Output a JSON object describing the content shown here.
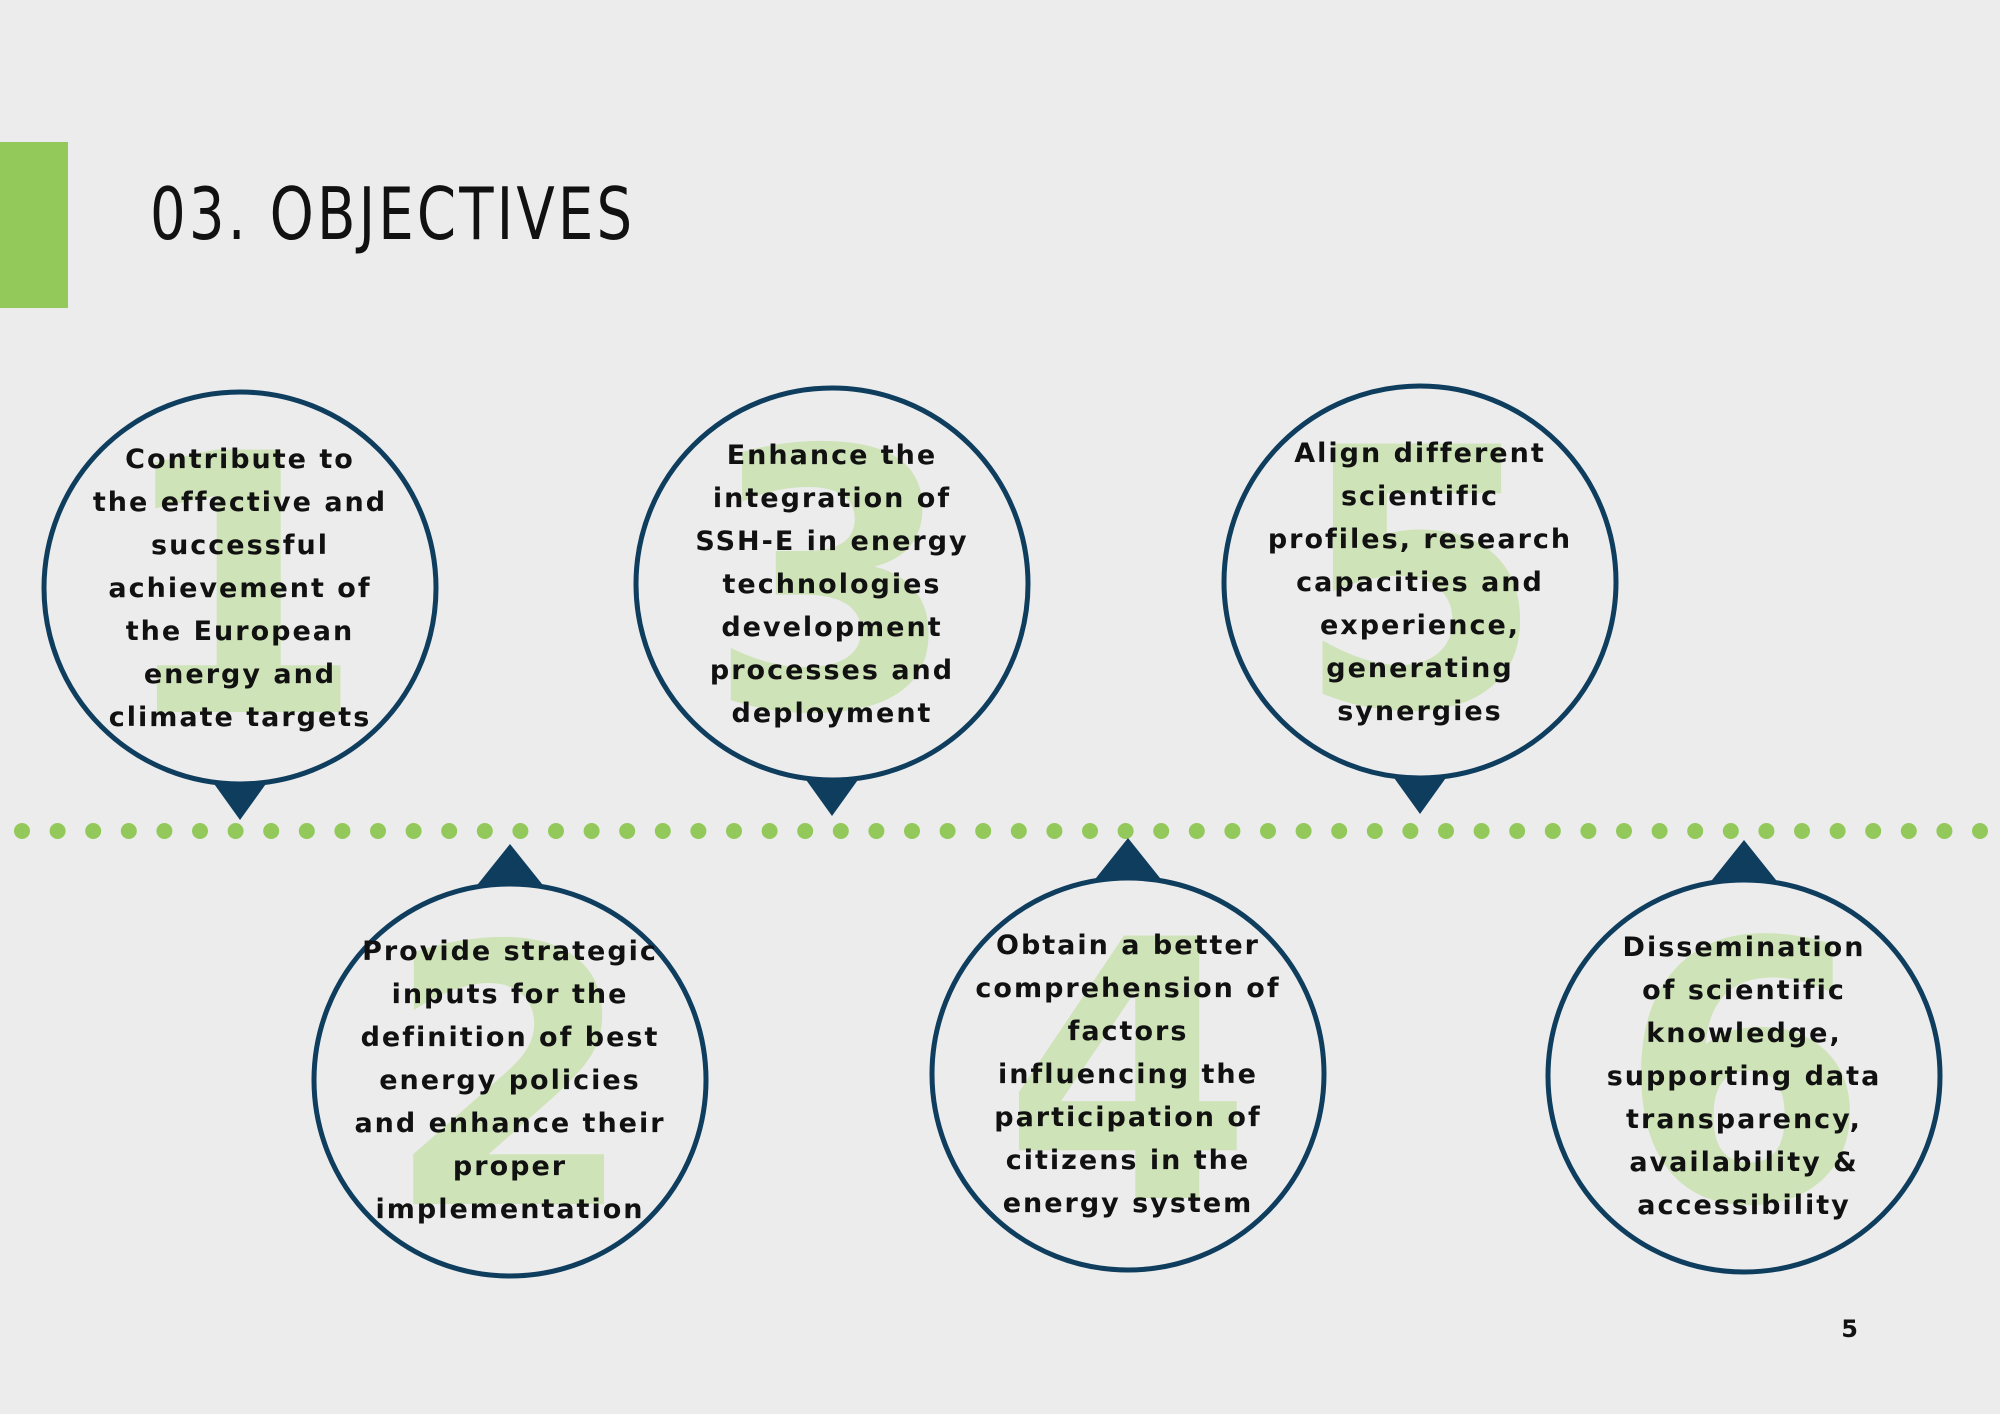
{
  "header": {
    "title": "03. OBJECTIVES"
  },
  "objectives": [
    {
      "number": "1",
      "text": "Contribute to\nthe effective and\nsuccessful\nachievement of\nthe European\nenergy and\nclimate targets"
    },
    {
      "number": "2",
      "text": "Provide strategic\ninputs for the\ndefinition of best\nenergy policies\nand enhance their\nproper\nimplementation"
    },
    {
      "number": "3",
      "text": "Enhance the\nintegration of\nSSH-E in energy\ntechnologies\ndevelopment\nprocesses and\ndeployment"
    },
    {
      "number": "4",
      "text": "Obtain a better\ncomprehension of\nfactors\ninfluencing the\nparticipation of\ncitizens in the\nenergy system"
    },
    {
      "number": "5",
      "text": "Align different\nscientific\nprofiles, research\ncapacities and\nexperience,\ngenerating\nsynergies"
    },
    {
      "number": "6",
      "text": "Dissemination\nof  scientific\nknowledge,\nsupporting data\ntransparency,\navailability &\naccessibility"
    }
  ],
  "footer": {
    "page_number": "5"
  },
  "colors": {
    "accent_green": "#92c95a",
    "circle_navy": "#0e3d5e",
    "digit_green": "#cfe3b8",
    "background": "#ececec"
  }
}
